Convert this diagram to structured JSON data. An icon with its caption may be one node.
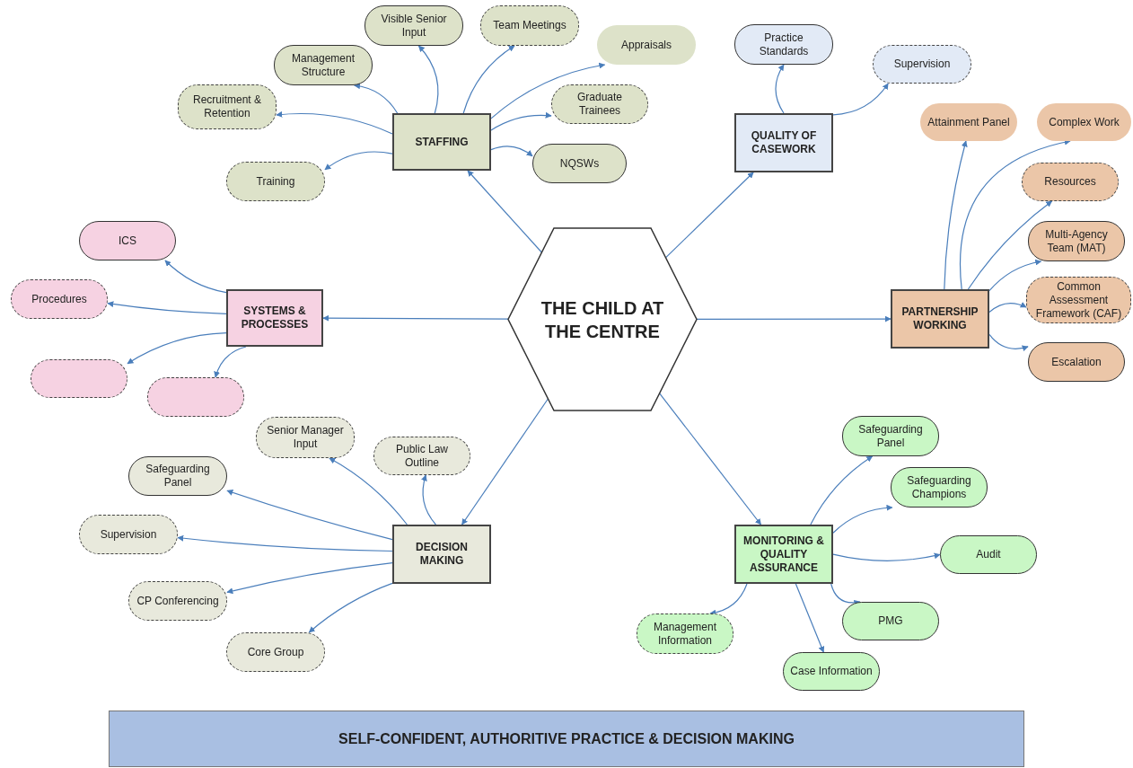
{
  "diagram": {
    "nodes": [
      {
        "text": [
          "THE CHILD AT THE CENTRE"
        ]
      },
      {
        "text": [
          "STAFFING"
        ]
      },
      {
        "text": [
          "Recruitment & Retention"
        ]
      },
      {
        "text": [
          "Management Structure"
        ]
      },
      {
        "text": [
          "Visible Senior Input"
        ]
      },
      {
        "text": [
          "Team Meetings"
        ]
      },
      {
        "text": [
          "Appraisals"
        ]
      },
      {
        "text": [
          "Graduate Trainees"
        ]
      },
      {
        "text": [
          "NQSWs"
        ]
      },
      {
        "text": [
          "Training"
        ]
      },
      {
        "text": [
          "QUALITY OF CASEWORK"
        ]
      },
      {
        "text": [
          "Practice Standards"
        ]
      },
      {
        "text": [
          "Supervision"
        ]
      },
      {
        "text": [
          "PARTNERSHIP WORKING"
        ]
      },
      {
        "text": [
          "Attainment Panel"
        ]
      },
      {
        "text": [
          "Complex Work"
        ]
      },
      {
        "text": [
          "Resources"
        ]
      },
      {
        "text": [
          "Multi-Agency Team (MAT)"
        ]
      },
      {
        "text": [
          "Common Assessment Framework (CAF)"
        ]
      },
      {
        "text": [
          "Escalation"
        ]
      },
      {
        "text": [
          "SYSTEMS & PROCESSES"
        ]
      },
      {
        "text": [
          "ICS"
        ]
      },
      {
        "text": [
          "Procedures"
        ]
      },
      {
        "text": [],
        "shape": "box"
      },
      {
        "text": [],
        "shape": "box"
      },
      {
        "text": [
          "DECISION MAKING"
        ]
      },
      {
        "text": [
          "Senior Manager Input"
        ]
      },
      {
        "text": [
          "Public Law Outline"
        ]
      },
      {
        "text": [
          "Safeguarding Panel"
        ]
      },
      {
        "text": [
          "Supervision"
        ]
      },
      {
        "text": [
          "CP Conferencing"
        ]
      },
      {
        "text": [
          "Core Group"
        ]
      },
      {
        "text": [
          "MONITORING & QUALITY ASSURANCE"
        ]
      },
      {
        "text": [
          "Safeguarding Panel"
        ]
      },
      {
        "text": [
          "Safeguarding Champions"
        ]
      },
      {
        "text": [
          "Audit"
        ]
      },
      {
        "text": [
          "PMG"
        ]
      },
      {
        "text": [
          "Management Information"
        ]
      },
      {
        "text": [
          "Case Information"
        ]
      },
      {
        "text": [
          "SELF-CONFIDENT, AUTHORITIVE PRACTICE & DECISION MAKING"
        ]
      }
    ],
    "edges": [
      {
        "from": 0,
        "to": 1,
        "arrow": "to"
      },
      {
        "from": 1,
        "to": 2,
        "arrow": "to"
      },
      {
        "from": 1,
        "to": 3,
        "arrow": "to"
      },
      {
        "from": 1,
        "to": 4,
        "arrow": "to"
      },
      {
        "from": 1,
        "to": 5,
        "arrow": "to"
      },
      {
        "from": 1,
        "to": 6,
        "arrow": "to"
      },
      {
        "from": 1,
        "to": 7,
        "arrow": "to"
      },
      {
        "from": 1,
        "to": 8,
        "arrow": "to"
      },
      {
        "from": 1,
        "to": 9,
        "arrow": "to"
      },
      {
        "from": 0,
        "to": 10,
        "arrow": "to"
      },
      {
        "from": 10,
        "to": 11,
        "arrow": "to"
      },
      {
        "from": 10,
        "to": 12,
        "arrow": "to"
      },
      {
        "from": 0,
        "to": 13,
        "arrow": "to"
      },
      {
        "from": 13,
        "to": 14,
        "arrow": "to"
      },
      {
        "from": 13,
        "to": 15,
        "arrow": "to"
      },
      {
        "from": 13,
        "to": 16,
        "arrow": "to"
      },
      {
        "from": 13,
        "to": 17,
        "arrow": "to"
      },
      {
        "from": 13,
        "to": 18,
        "arrow": "to"
      },
      {
        "from": 13,
        "to": 19,
        "arrow": "to"
      },
      {
        "from": 0,
        "to": 20,
        "arrow": "to"
      },
      {
        "from": 20,
        "to": 21,
        "arrow": "to"
      },
      {
        "from": 20,
        "to": 22,
        "arrow": "to"
      },
      {
        "from": 20,
        "to": 23,
        "arrow": "to"
      },
      {
        "from": 20,
        "to": 24,
        "arrow": "to"
      },
      {
        "from": 0,
        "to": 25,
        "arrow": "to"
      },
      {
        "from": 25,
        "to": 26,
        "arrow": "to"
      },
      {
        "from": 25,
        "to": 27,
        "arrow": "to"
      },
      {
        "from": 25,
        "to": 28,
        "arrow": "to"
      },
      {
        "from": 25,
        "to": 29,
        "arrow": "to"
      },
      {
        "from": 25,
        "to": 30,
        "arrow": "to"
      },
      {
        "from": 25,
        "to": 31,
        "arrow": "to"
      },
      {
        "from": 0,
        "to": 32,
        "arrow": "to"
      },
      {
        "from": 32,
        "to": 33,
        "arrow": "to"
      },
      {
        "from": 32,
        "to": 34,
        "arrow": "to"
      },
      {
        "from": 32,
        "to": 35,
        "arrow": "to"
      },
      {
        "from": 32,
        "to": 36,
        "arrow": "to"
      },
      {
        "from": 32,
        "to": 37,
        "arrow": "to"
      },
      {
        "from": 32,
        "to": 38,
        "arrow": "to"
      }
    ]
  }
}
